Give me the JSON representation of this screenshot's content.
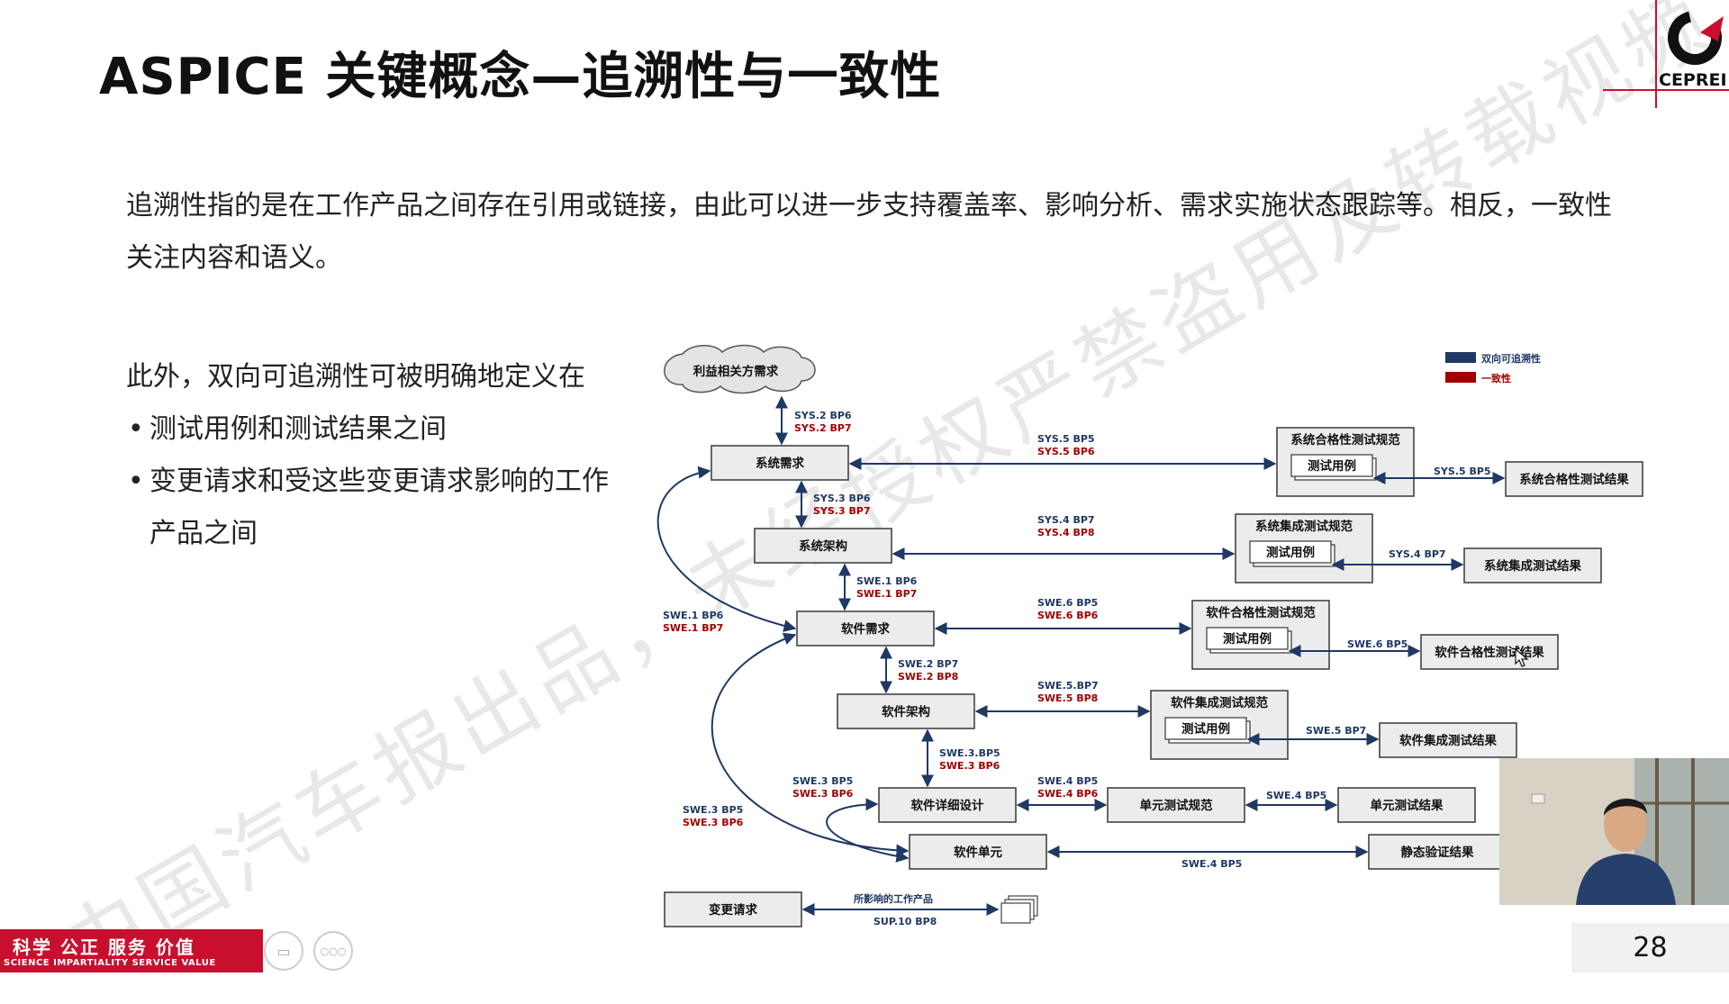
{
  "slide": {
    "title": "ASPICE 关键概念—追溯性与一致性",
    "intro": "追溯性指的是在工作产品之间存在引用或链接，由此可以进一步支持覆盖率、影响分析、需求实施状态跟踪等。相反，一致性关注内容和语义。",
    "side_heading": "此外，双向可追溯性可被明确地定义在",
    "side_bullets": [
      "测试用例和测试结果之间",
      "变更请求和受这些变更请求影响的工作产品之间"
    ],
    "page_number": "28",
    "watermark": "中国汽车报出品，未经授权严禁盗用及转载视频"
  },
  "logo": {
    "text": "CEPREI",
    "color": "#c8102e"
  },
  "branding": {
    "top": "科学 公正 服务 价值",
    "bottom": "SCIENCE IMPARTIALITY SERVICE VALUE",
    "color": "#c8102e"
  },
  "controls": {
    "subtitle_icon": "subtitle-icon",
    "more_icon": "more-icon",
    "more_glyph": "○○○",
    "subtitle_glyph": "▭"
  },
  "diagram": {
    "legend": {
      "traceability": "双向可追溯性",
      "consistency": "一致性",
      "traceability_color": "#1f3864",
      "consistency_color": "#a00000"
    },
    "stakeholder": "利益相关方需求",
    "sys_req": "系统需求",
    "sys_arch": "系统架构",
    "sw_req": "软件需求",
    "sw_arch": "软件架构",
    "sw_detail": "软件详细设计",
    "sw_unit": "软件单元",
    "change_req": "变更请求",
    "affected": "所影响的工作产品",
    "test_case": "测试用例",
    "sys_qual_spec": "系统合格性测试规范",
    "sys_qual_res": "系统合格性测试结果",
    "sys_int_spec": "系统集成测试规范",
    "sys_int_res": "系统集成测试结果",
    "sw_qual_spec": "软件合格性测试规范",
    "sw_qual_res": "软件合格性测试结果",
    "sw_int_spec": "软件集成测试规范",
    "sw_int_res": "软件集成测试结果",
    "unit_spec": "单元测试规范",
    "unit_res": "单元测试结果",
    "static_res": "静态验证结果",
    "labels": {
      "sys2_bp6": "SYS.2 BP6",
      "sys2_bp7": "SYS.2 BP7",
      "sys5_bp5": "SYS.5 BP5",
      "sys5_bp6": "SYS.5 BP6",
      "sys3_bp6": "SYS.3 BP6",
      "sys3_bp7": "SYS.3 BP7",
      "sys4_bp7": "SYS.4 BP7",
      "sys4_bp8": "SYS.4 BP8",
      "swe1_bp6": "SWE.1 BP6",
      "swe1_bp7": "SWE.1 BP7",
      "swe6_bp5": "SWE.6 BP5",
      "swe6_bp6": "SWE.6 BP6",
      "swe2_bp7": "SWE.2 BP7",
      "swe2_bp8": "SWE.2 BP8",
      "swe5_bp7a": "SWE.5.BP7",
      "swe5_bp8": "SWE.5 BP8",
      "swe5_bp7": "SWE.5 BP7",
      "swe3_bp5a": "SWE.3.BP5",
      "swe3_bp6": "SWE.3 BP6",
      "swe3_bp5": "SWE.3 BP5",
      "swe4_bp5": "SWE.4 BP5",
      "swe4_bp6": "SWE.4 BP6",
      "sup10_bp8": "SUP.10 BP8"
    }
  }
}
